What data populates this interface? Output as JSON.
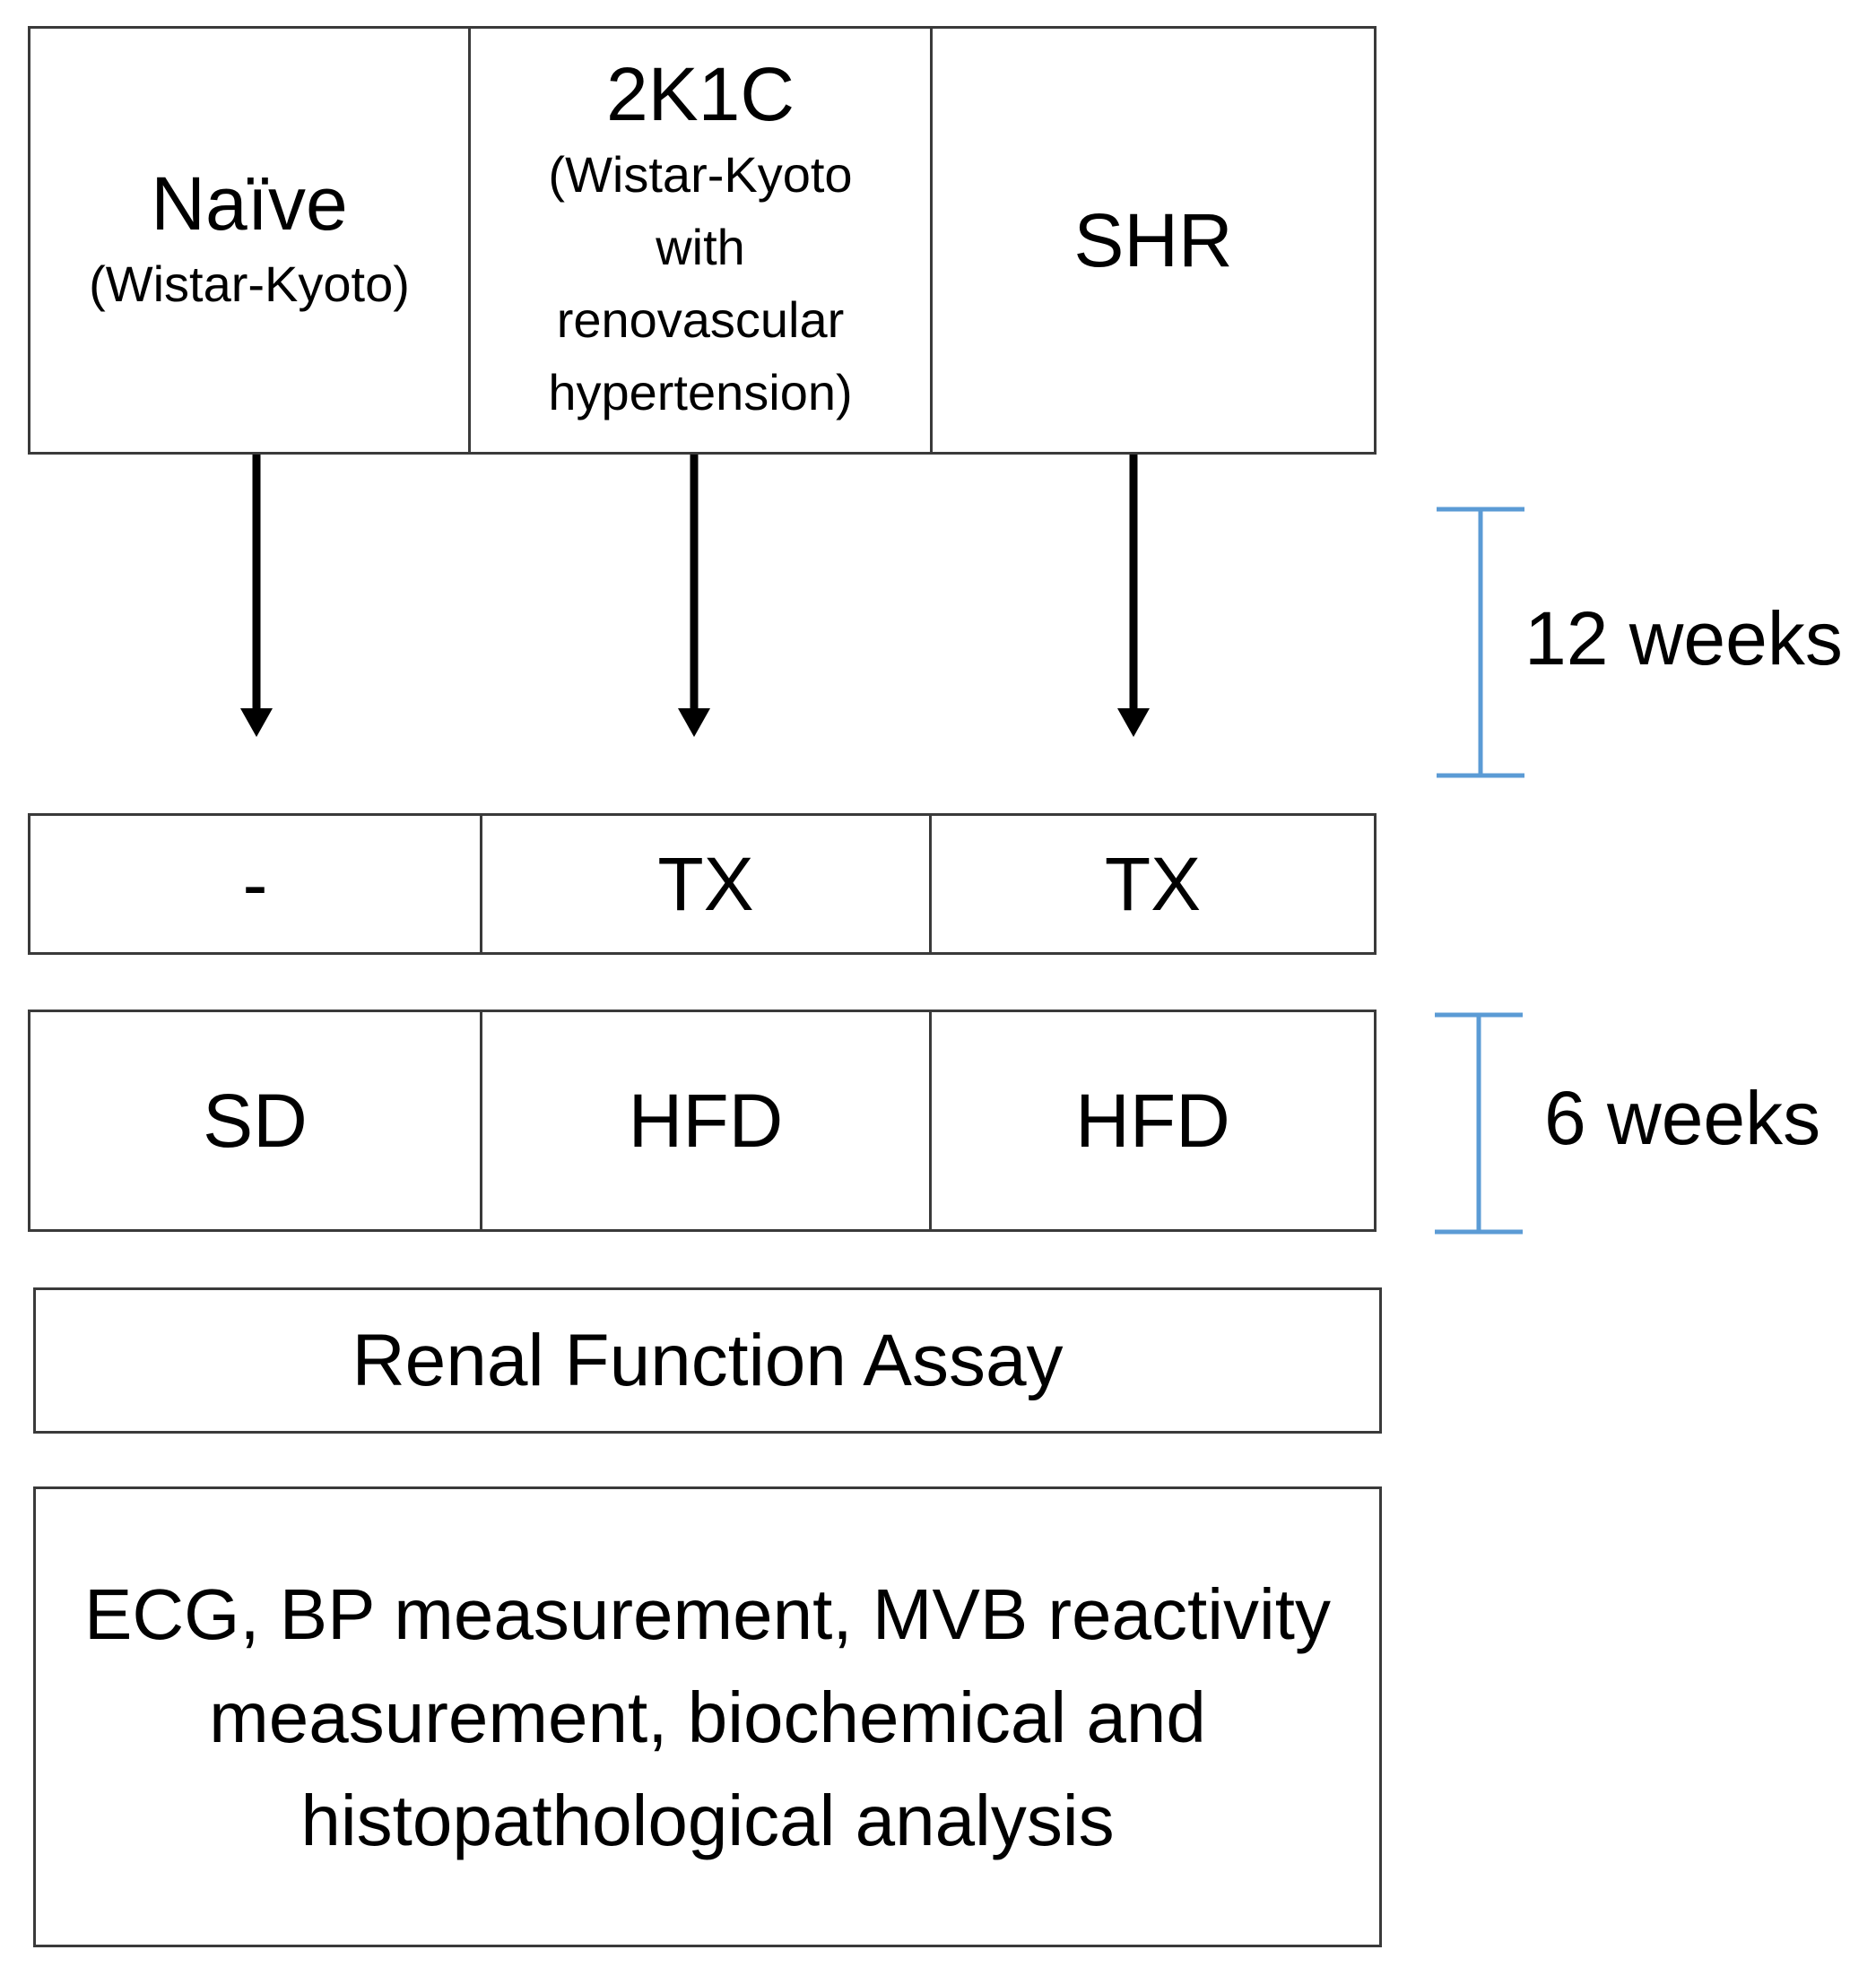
{
  "groups": [
    {
      "name": "Naïve",
      "detail": "(Wistar-Kyoto)"
    },
    {
      "name": "2K1C",
      "detail": "(Wistar-Kyoto with renovascular hypertension)"
    },
    {
      "name": "SHR",
      "detail": ""
    }
  ],
  "treatment_row": [
    "-",
    "TX",
    "TX"
  ],
  "diet_row": [
    "SD",
    "HFD",
    "HFD"
  ],
  "durations": {
    "first": "12 weeks",
    "second": "6 weeks"
  },
  "assay_box": "Renal Function Assay",
  "final_box": "ECG, BP measurement, MVB reactivity measurement, biochemical and histopathological analysis",
  "colors": {
    "border": "#3a3a3a",
    "arrow": "#000000",
    "bracket": "#5b9bd5"
  }
}
